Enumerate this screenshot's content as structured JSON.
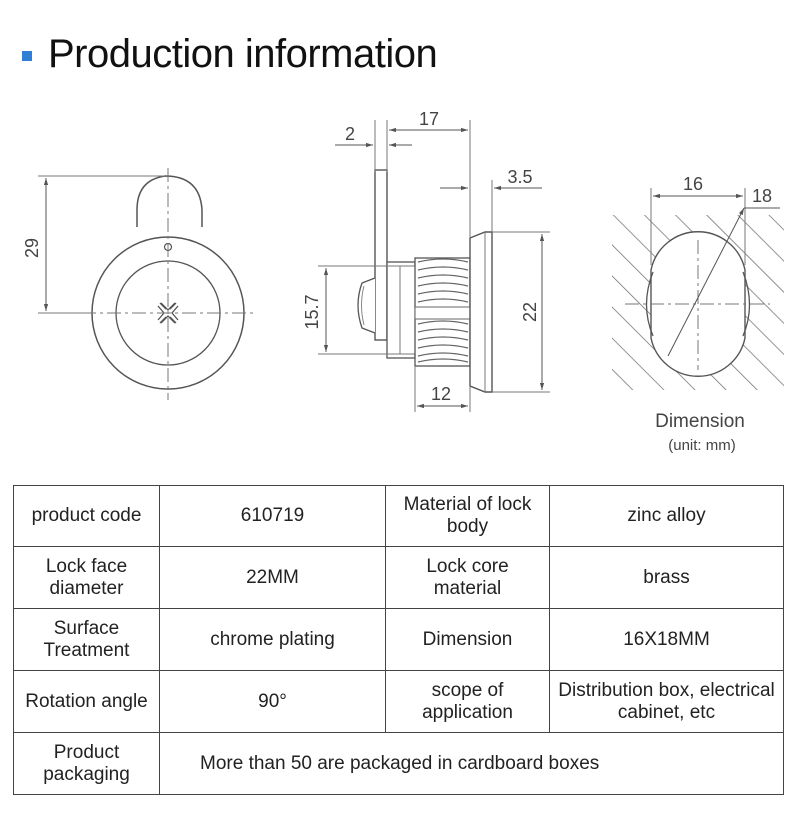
{
  "header": {
    "title": "Production information"
  },
  "drawing": {
    "front_view": {
      "height_dim": "29"
    },
    "side_view": {
      "dim_a": "2",
      "dim_b": "17",
      "dim_c": "3.5",
      "dim_d": "15.7",
      "dim_e": "22",
      "dim_f": "12"
    },
    "cutout_view": {
      "width_dim": "16",
      "diag_dim": "18",
      "caption": "Dimension",
      "unit": "(unit: mm)"
    }
  },
  "specs": {
    "rows": [
      {
        "label1": "product code",
        "value1": "610719",
        "label2": "Material of lock body",
        "value2": "zinc alloy"
      },
      {
        "label1": "Lock face diameter",
        "value1": "22MM",
        "label2": "Lock core material",
        "value2": "brass"
      },
      {
        "label1": "Surface Treatment",
        "value1": "chrome plating",
        "label2": "Dimension",
        "value2": "16X18MM"
      },
      {
        "label1": "Rotation angle",
        "value1": "90°",
        "label2": "scope of application",
        "value2": "Distribution box, electrical cabinet, etc"
      }
    ],
    "packaging": {
      "label": "Product packaging",
      "value": "More than 50 are packaged in cardboard boxes"
    }
  },
  "colors": {
    "accent": "#2f7fd6",
    "line": "#555555",
    "border": "#444444"
  }
}
